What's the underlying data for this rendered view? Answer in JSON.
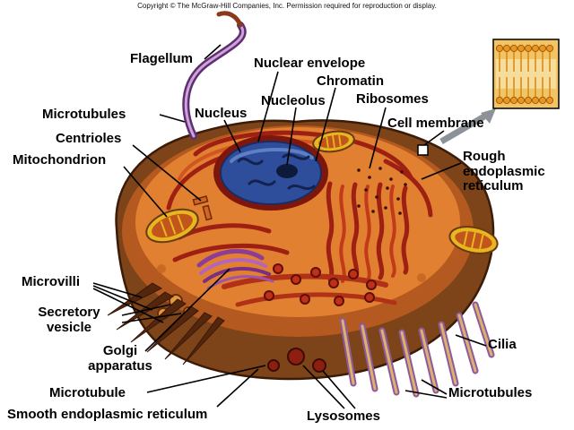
{
  "copyright": "Copyright © The McGraw-Hill Companies, Inc. Permission required for reproduction or display.",
  "labels": {
    "flagellum": "Flagellum",
    "nuclear_envelope": "Nuclear envelope",
    "chromatin": "Chromatin",
    "nucleus": "Nucleus",
    "nucleolus": "Nucleolus",
    "ribosomes": "Ribosomes",
    "microtubules_top": "Microtubules",
    "cell_membrane": "Cell membrane",
    "centrioles": "Centrioles",
    "mitochondrion": "Mitochondrion",
    "rough_er": "Rough endoplasmic reticulum",
    "microvilli": "Microvilli",
    "secretory_vesicle": "Secretory vesicle",
    "golgi_apparatus": "Golgi apparatus",
    "cilia": "Cilia",
    "microtubule_bottom": "Microtubule",
    "microtubules_bottom": "Microtubules",
    "smooth_er": "Smooth endoplasmic reticulum",
    "lysosomes": "Lysosomes"
  },
  "palette": {
    "background": "#ffffff",
    "label_text": "#000000",
    "cell_rim_brown": "#7c4418",
    "cytoplasm_orange": "#e08030",
    "er_red": "#9e2012",
    "nucleus_blue": "#2e4d9b",
    "nucleolus_dark_blue": "#0d1a3c",
    "mitochondria_yellow": "#e8b61f",
    "golgi_purple": "#8e3d96",
    "flagellum_purple": "#5e2f6e",
    "cilia_tan": "#dcb16e",
    "inset_membrane": "#f2c463",
    "arrow_gray": "#8d9299"
  }
}
